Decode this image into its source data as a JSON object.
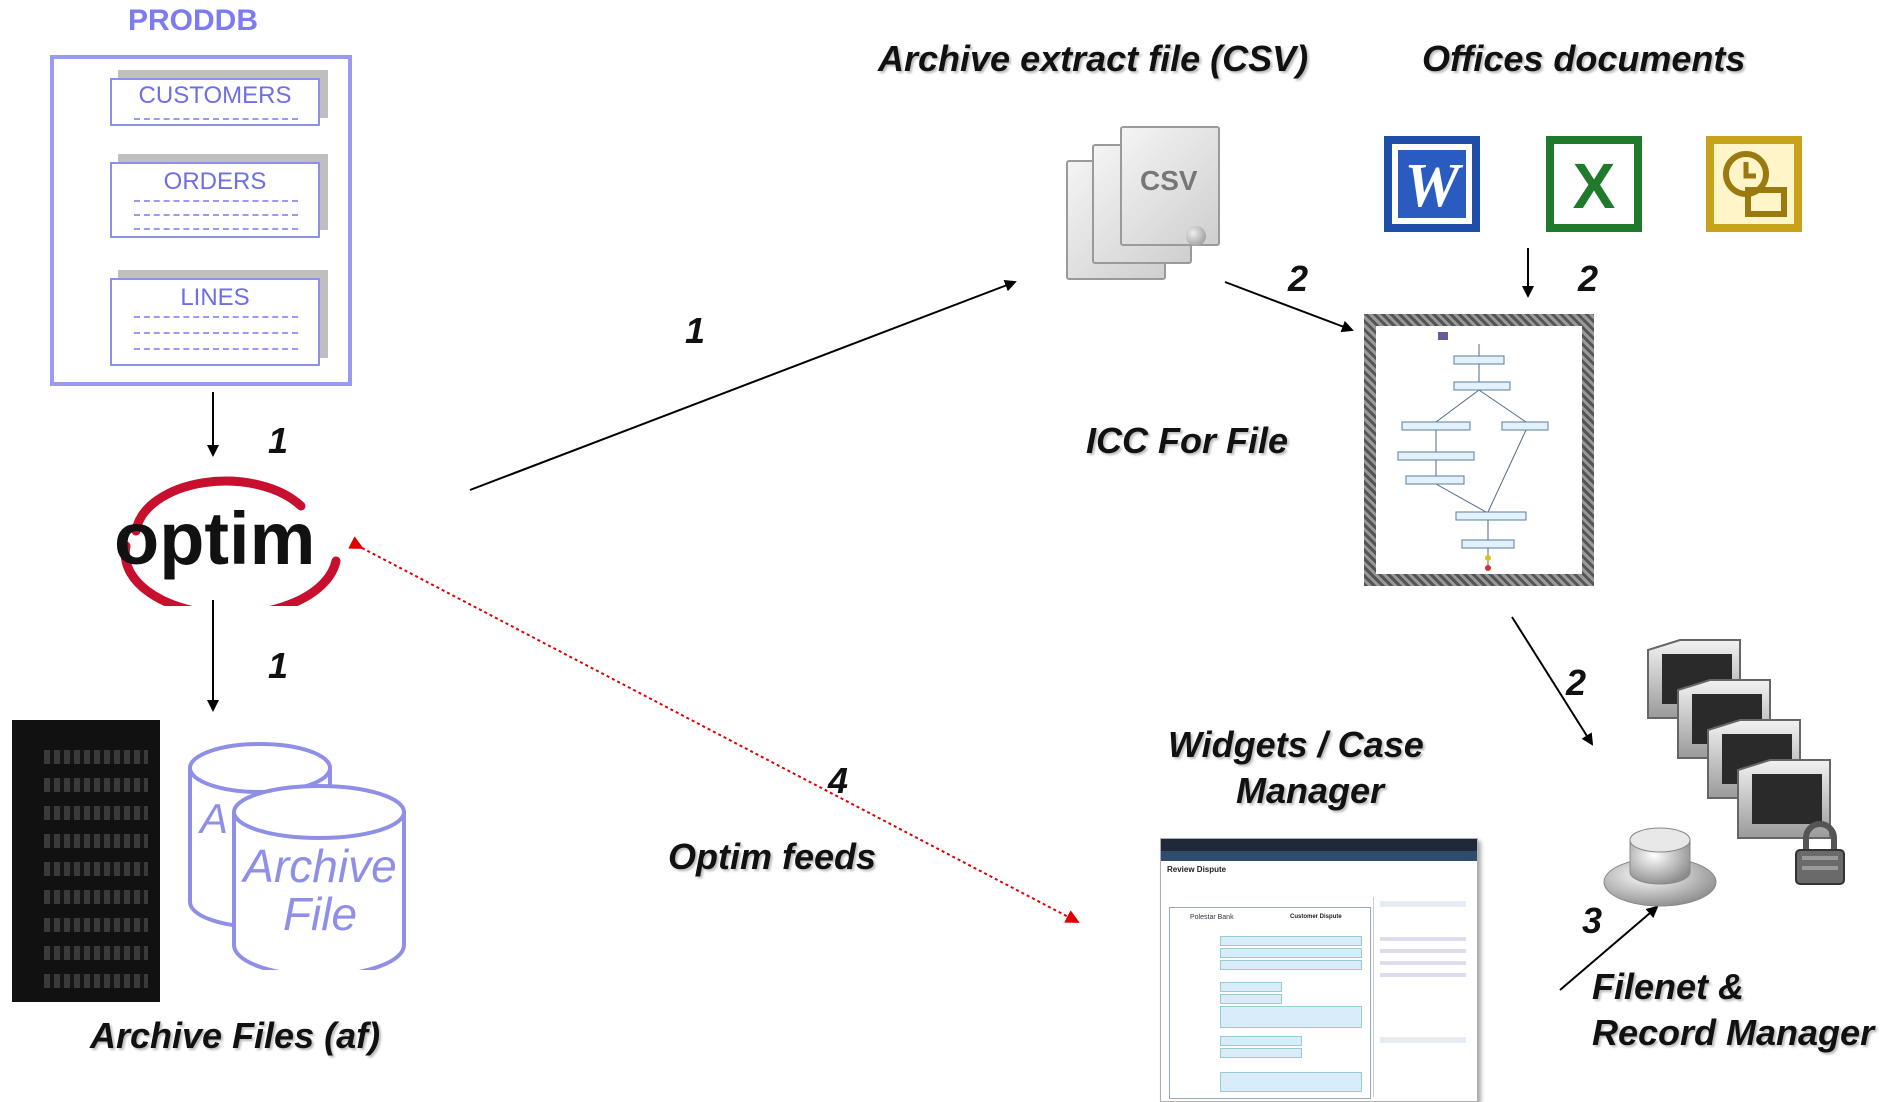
{
  "proddb": {
    "title": "PRODDB",
    "tables": [
      "CUSTOMERS",
      "ORDERS",
      "LINES"
    ]
  },
  "optim_logo": {
    "text": "optim"
  },
  "labels": {
    "archive_files": "Archive Files (af)",
    "archive_file_front": "Archive File",
    "archive_file_back_letter": "A",
    "archive_extract": "Archive extract file (CSV)",
    "csv_icon_text": "CSV",
    "offices_documents": "Offices documents",
    "icc_for_file": "ICC For File",
    "widgets_case_manager_line1": "Widgets / Case",
    "widgets_case_manager_line2": "Manager",
    "optim_feeds": "Optim feeds",
    "filenet_line1": "Filenet &",
    "filenet_line2": "Record Manager"
  },
  "step_numbers": {
    "proddb_to_optim": "1",
    "optim_to_archive": "1",
    "optim_to_csv": "1",
    "csv_to_icc": "2",
    "office_to_icc": "2",
    "icc_to_filenet": "2",
    "to_filenet": "3",
    "optim_feeds": "4"
  },
  "icons": {
    "word": "word-icon",
    "excel": "excel-icon",
    "outlook": "outlook-icon",
    "server": "server-rack-icon",
    "database": "database-cylinder-icon",
    "folders": "folder-stack-icon",
    "lock": "padlock-icon"
  },
  "case_manager_screen": {
    "heading": "Review Dispute",
    "bank": "Polestar Bank",
    "form_title": "Customer Dispute"
  },
  "colors": {
    "proddb_blue": "#9a9af4",
    "optim_red": "#c8102e",
    "feed_arrow": "#e00000",
    "word_blue": "#1f4ea8",
    "excel_green": "#1f7a2c",
    "outlook_gold": "#c8a21a"
  }
}
